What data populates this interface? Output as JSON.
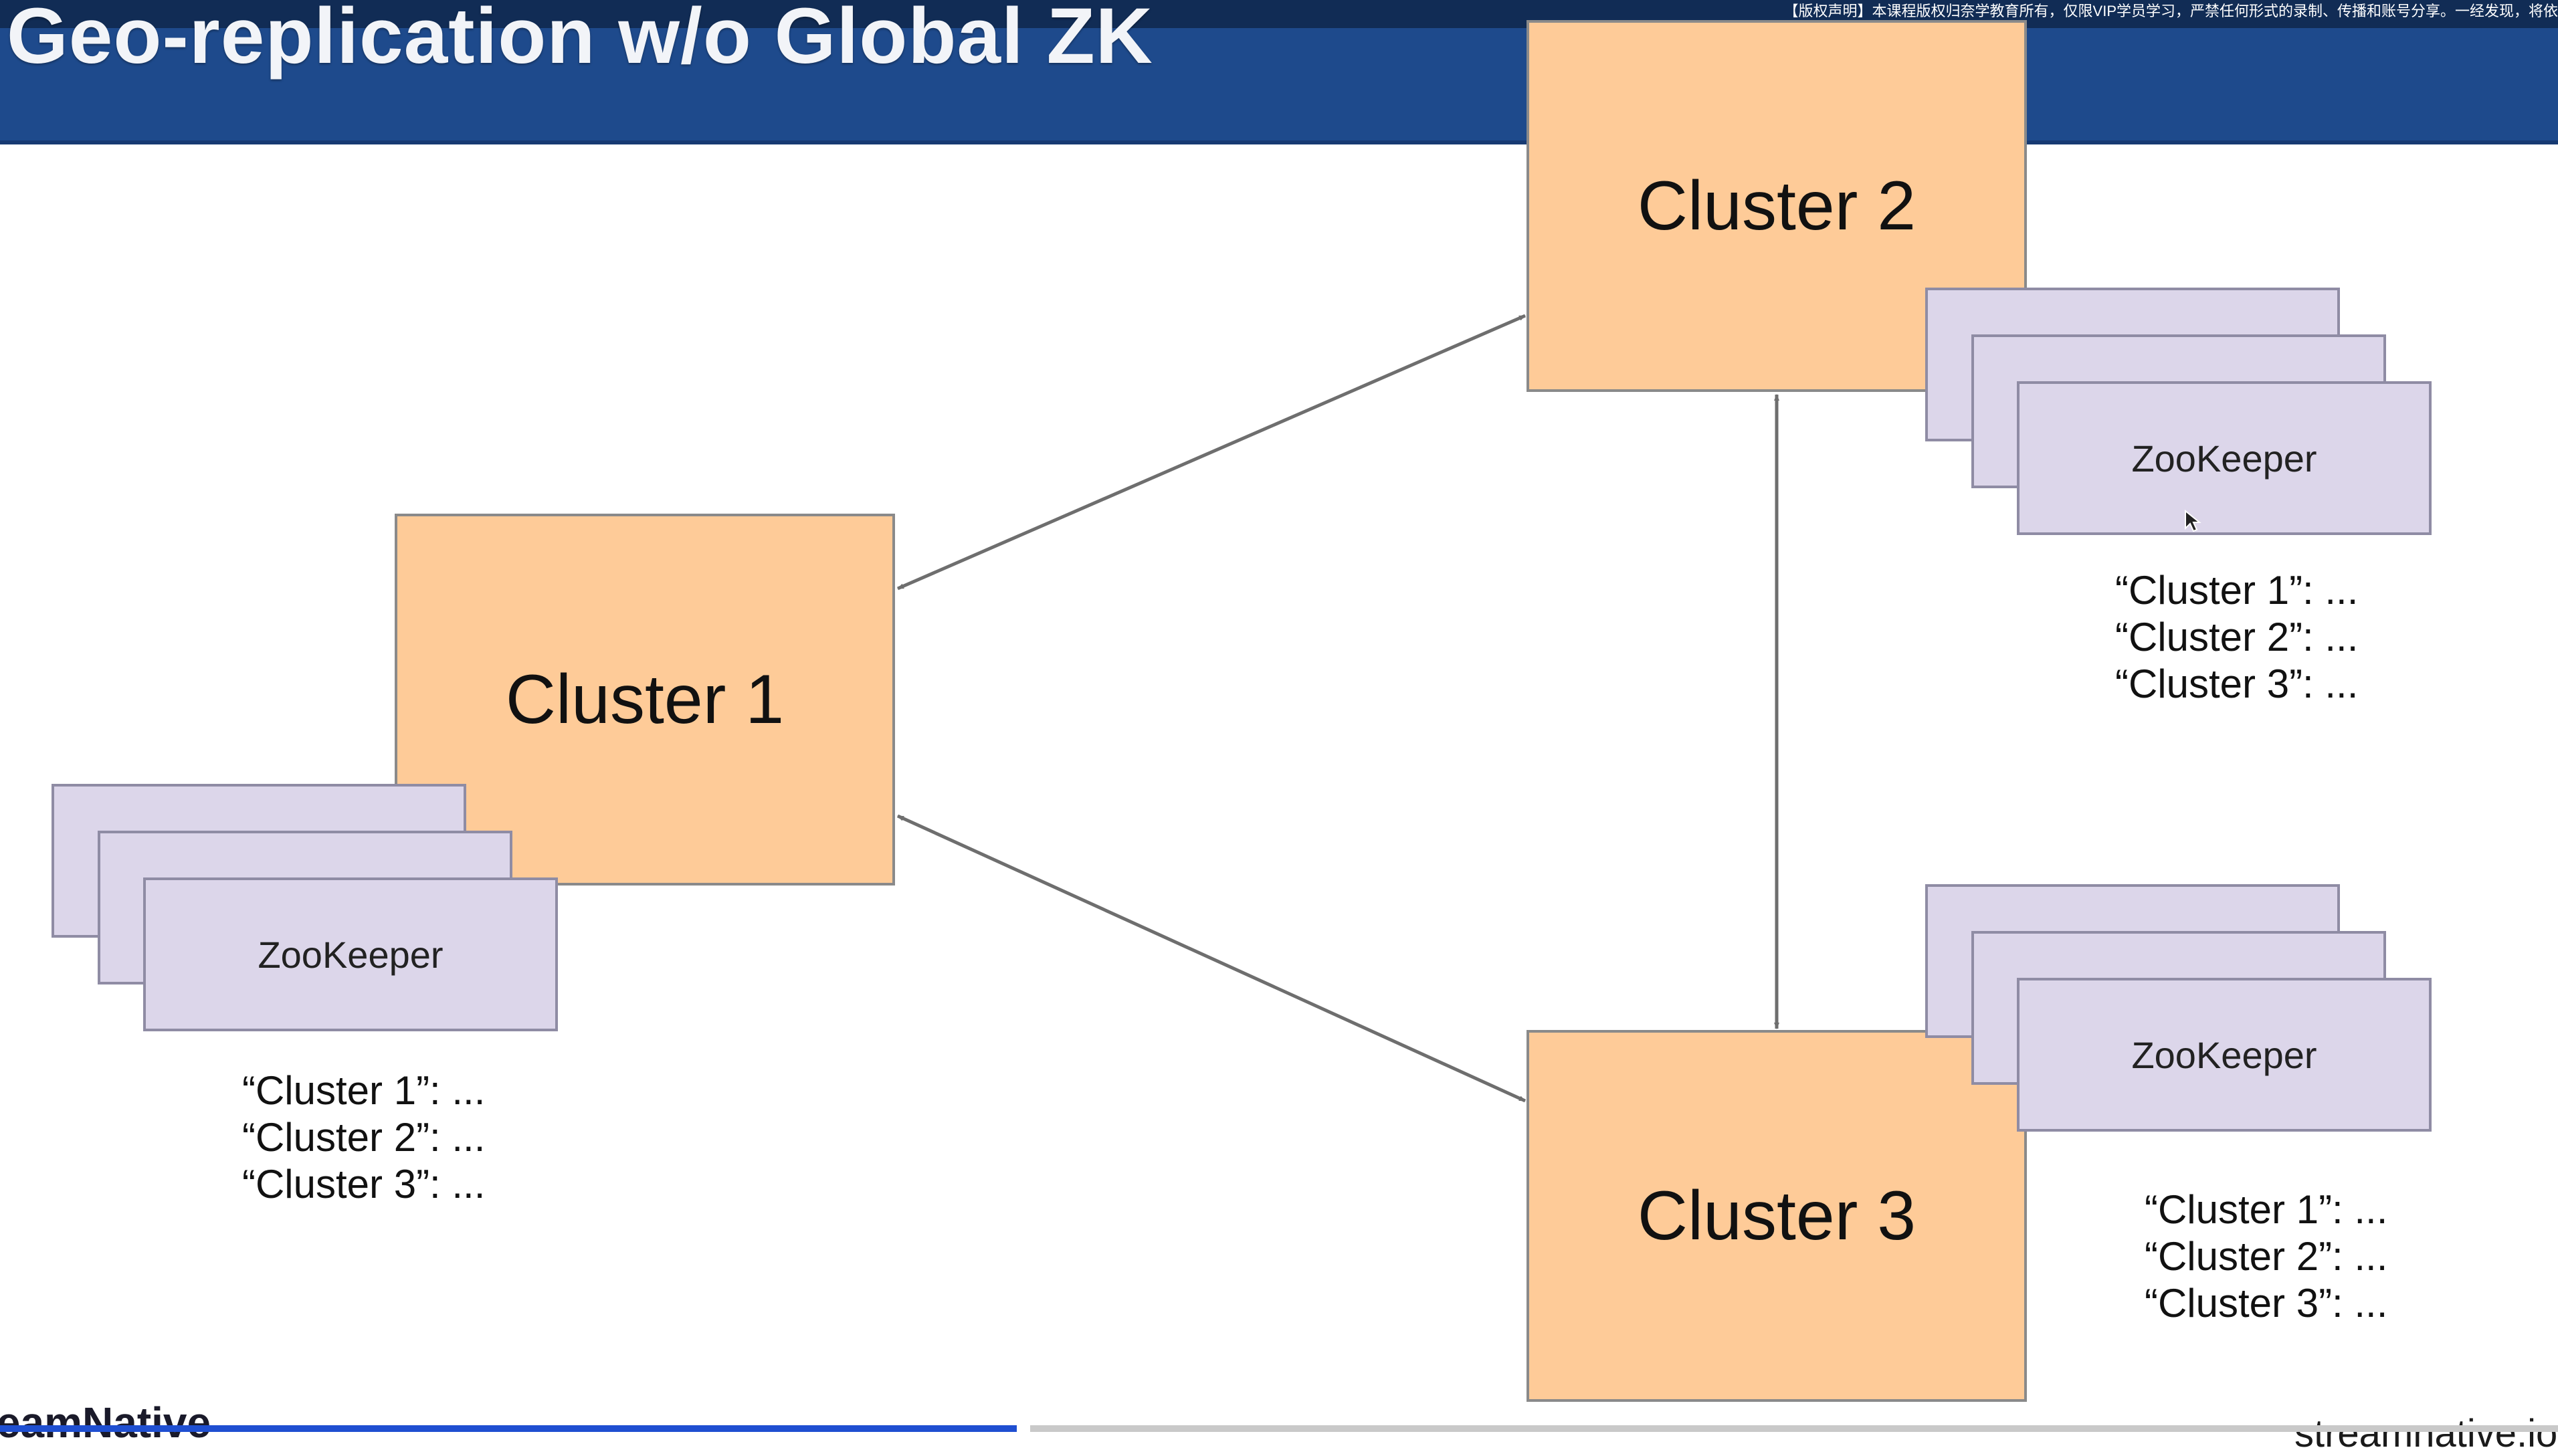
{
  "slide": {
    "title": "Geo-replication w/o Global ZK",
    "notice": "【版权声明】本课程版权归奈学教育所有，仅限VIP学员学习，严禁任何形式的录制、传播和账号分享。一经发现，将依"
  },
  "clusters": [
    {
      "label": "Cluster 1"
    },
    {
      "label": "Cluster 2"
    },
    {
      "label": "Cluster 3"
    }
  ],
  "zookeeper": {
    "label": "ZooKeeper"
  },
  "metadata_entries": [
    "“Cluster 1”: ...",
    "“Cluster 2”: ...",
    "“Cluster 3”: ..."
  ],
  "footer": {
    "brand": "reamNative",
    "url": "streamnative.io"
  },
  "colors": {
    "title_bar": "#1e4a8c",
    "cluster_fill": "#fecb98",
    "zookeeper_fill": "#dcd6ea",
    "arrow": "#6e6e6e"
  }
}
